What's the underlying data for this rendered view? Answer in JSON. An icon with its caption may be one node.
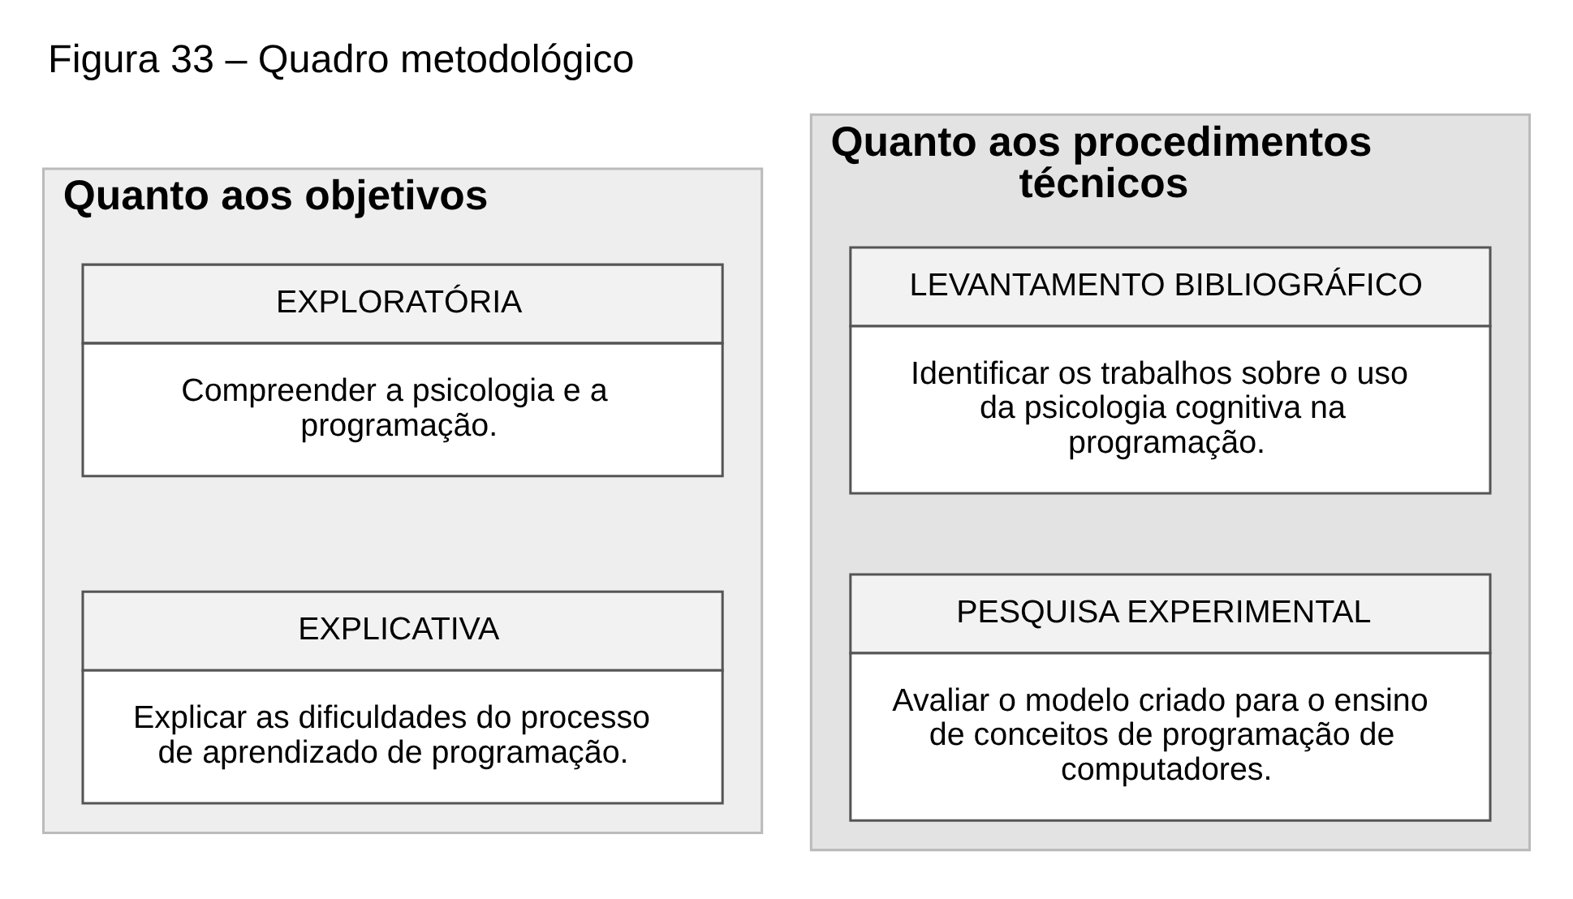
{
  "diagram": {
    "title": "Figura 33 – Quadro metodológico",
    "nodes": [
      {
        "text": [
          "Quanto aos objetivos"
        ]
      },
      {
        "text": [
          "EXPLORATÓRIA",
          "Compreender a psicologia e a programação."
        ],
        "in": 0
      },
      {
        "text": [
          "EXPLICATIVA",
          "Explicar as dificuldades do processo de aprendizado de programação."
        ],
        "in": 0
      },
      {
        "text": [
          "Quanto aos procedimentos técnicos"
        ]
      },
      {
        "text": [
          "LEVANTAMENTO BIBLIOGRÁFICO",
          "Identificar os trabalhos sobre o uso da psicologia cognitiva na programação."
        ],
        "in": 3
      },
      {
        "text": [
          "PESQUISA EXPERIMENTAL",
          "Avaliar o modelo criado para o ensino de conceitos de programação de computadores."
        ],
        "in": 3
      }
    ],
    "edges": []
  }
}
